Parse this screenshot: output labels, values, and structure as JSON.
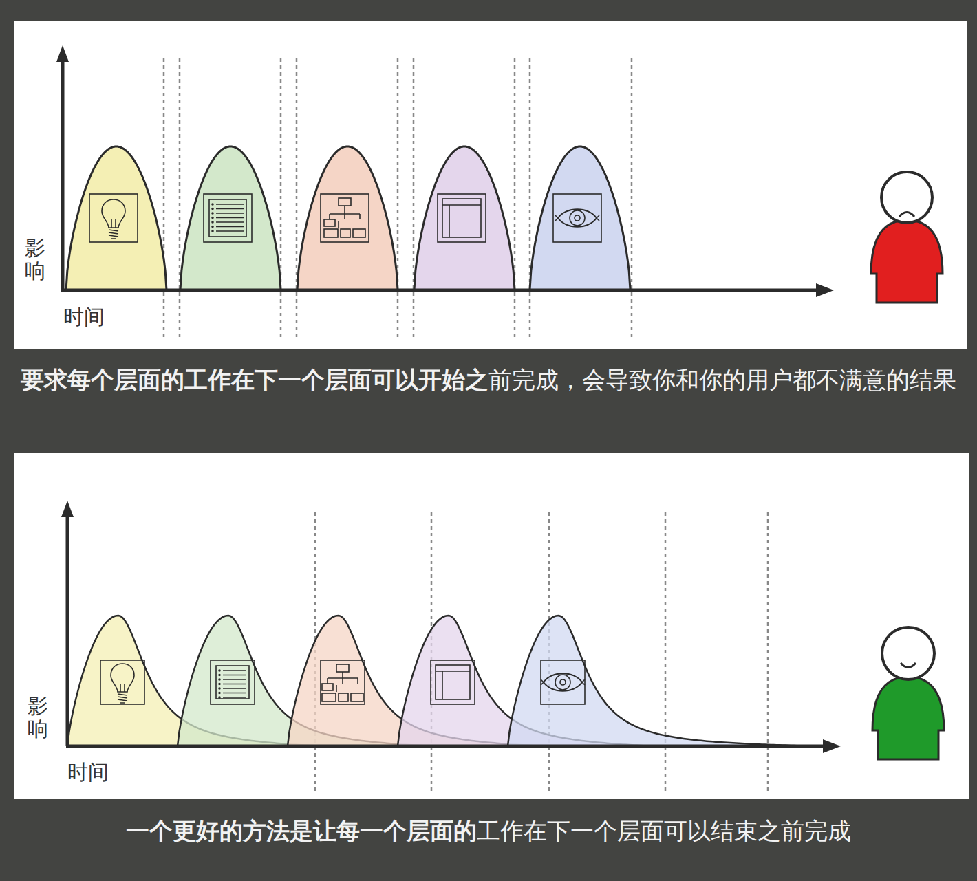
{
  "diagram": {
    "labels": [
      "影响",
      "时间",
      "要求每个层面的工作在下一个层面可以开始之",
      "前完成，会导致你和你的用户都不满意的结果",
      "影响",
      "时间",
      "一个更好的方法是让每一个层面的",
      "工作在下一个层面可以结束之前完成"
    ]
  }
}
